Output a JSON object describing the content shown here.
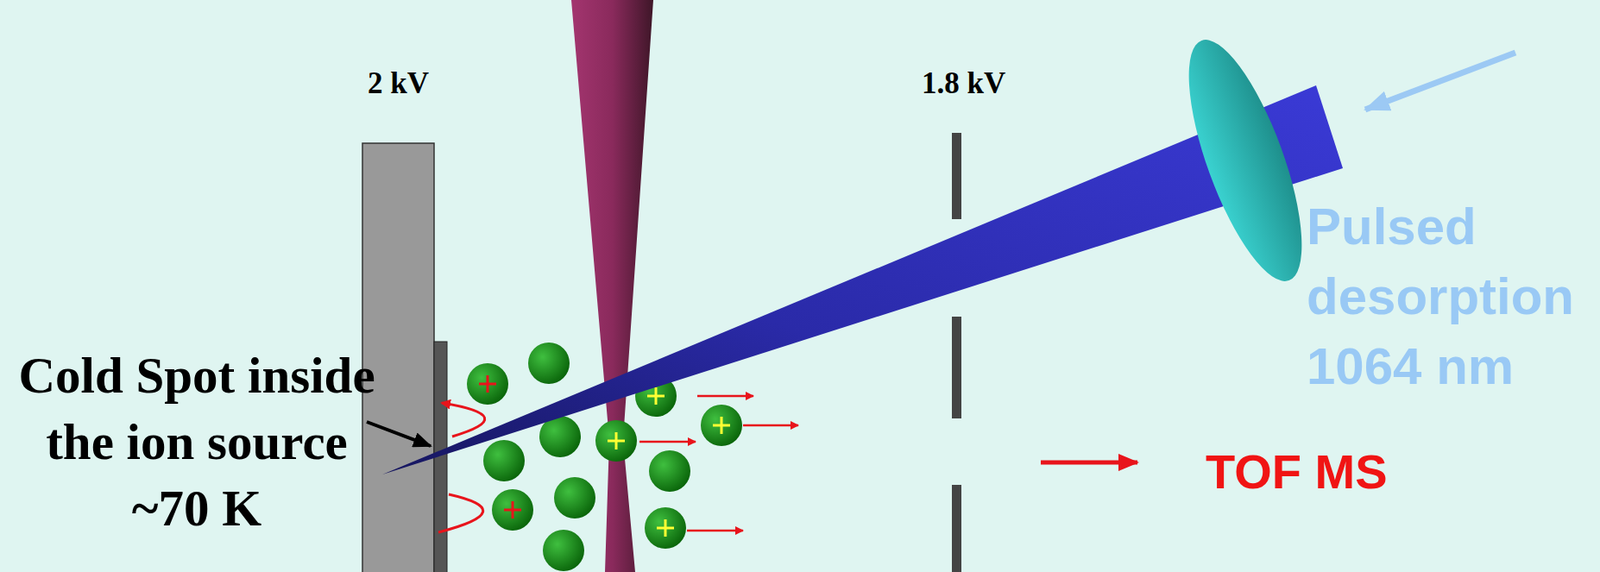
{
  "diagram": {
    "labels": [
      "2 kV",
      "1.8 kV",
      "Cold Spot inside the ion source ~70 K",
      "Pulsed desorption 1064 nm",
      "TOF MS"
    ]
  }
}
